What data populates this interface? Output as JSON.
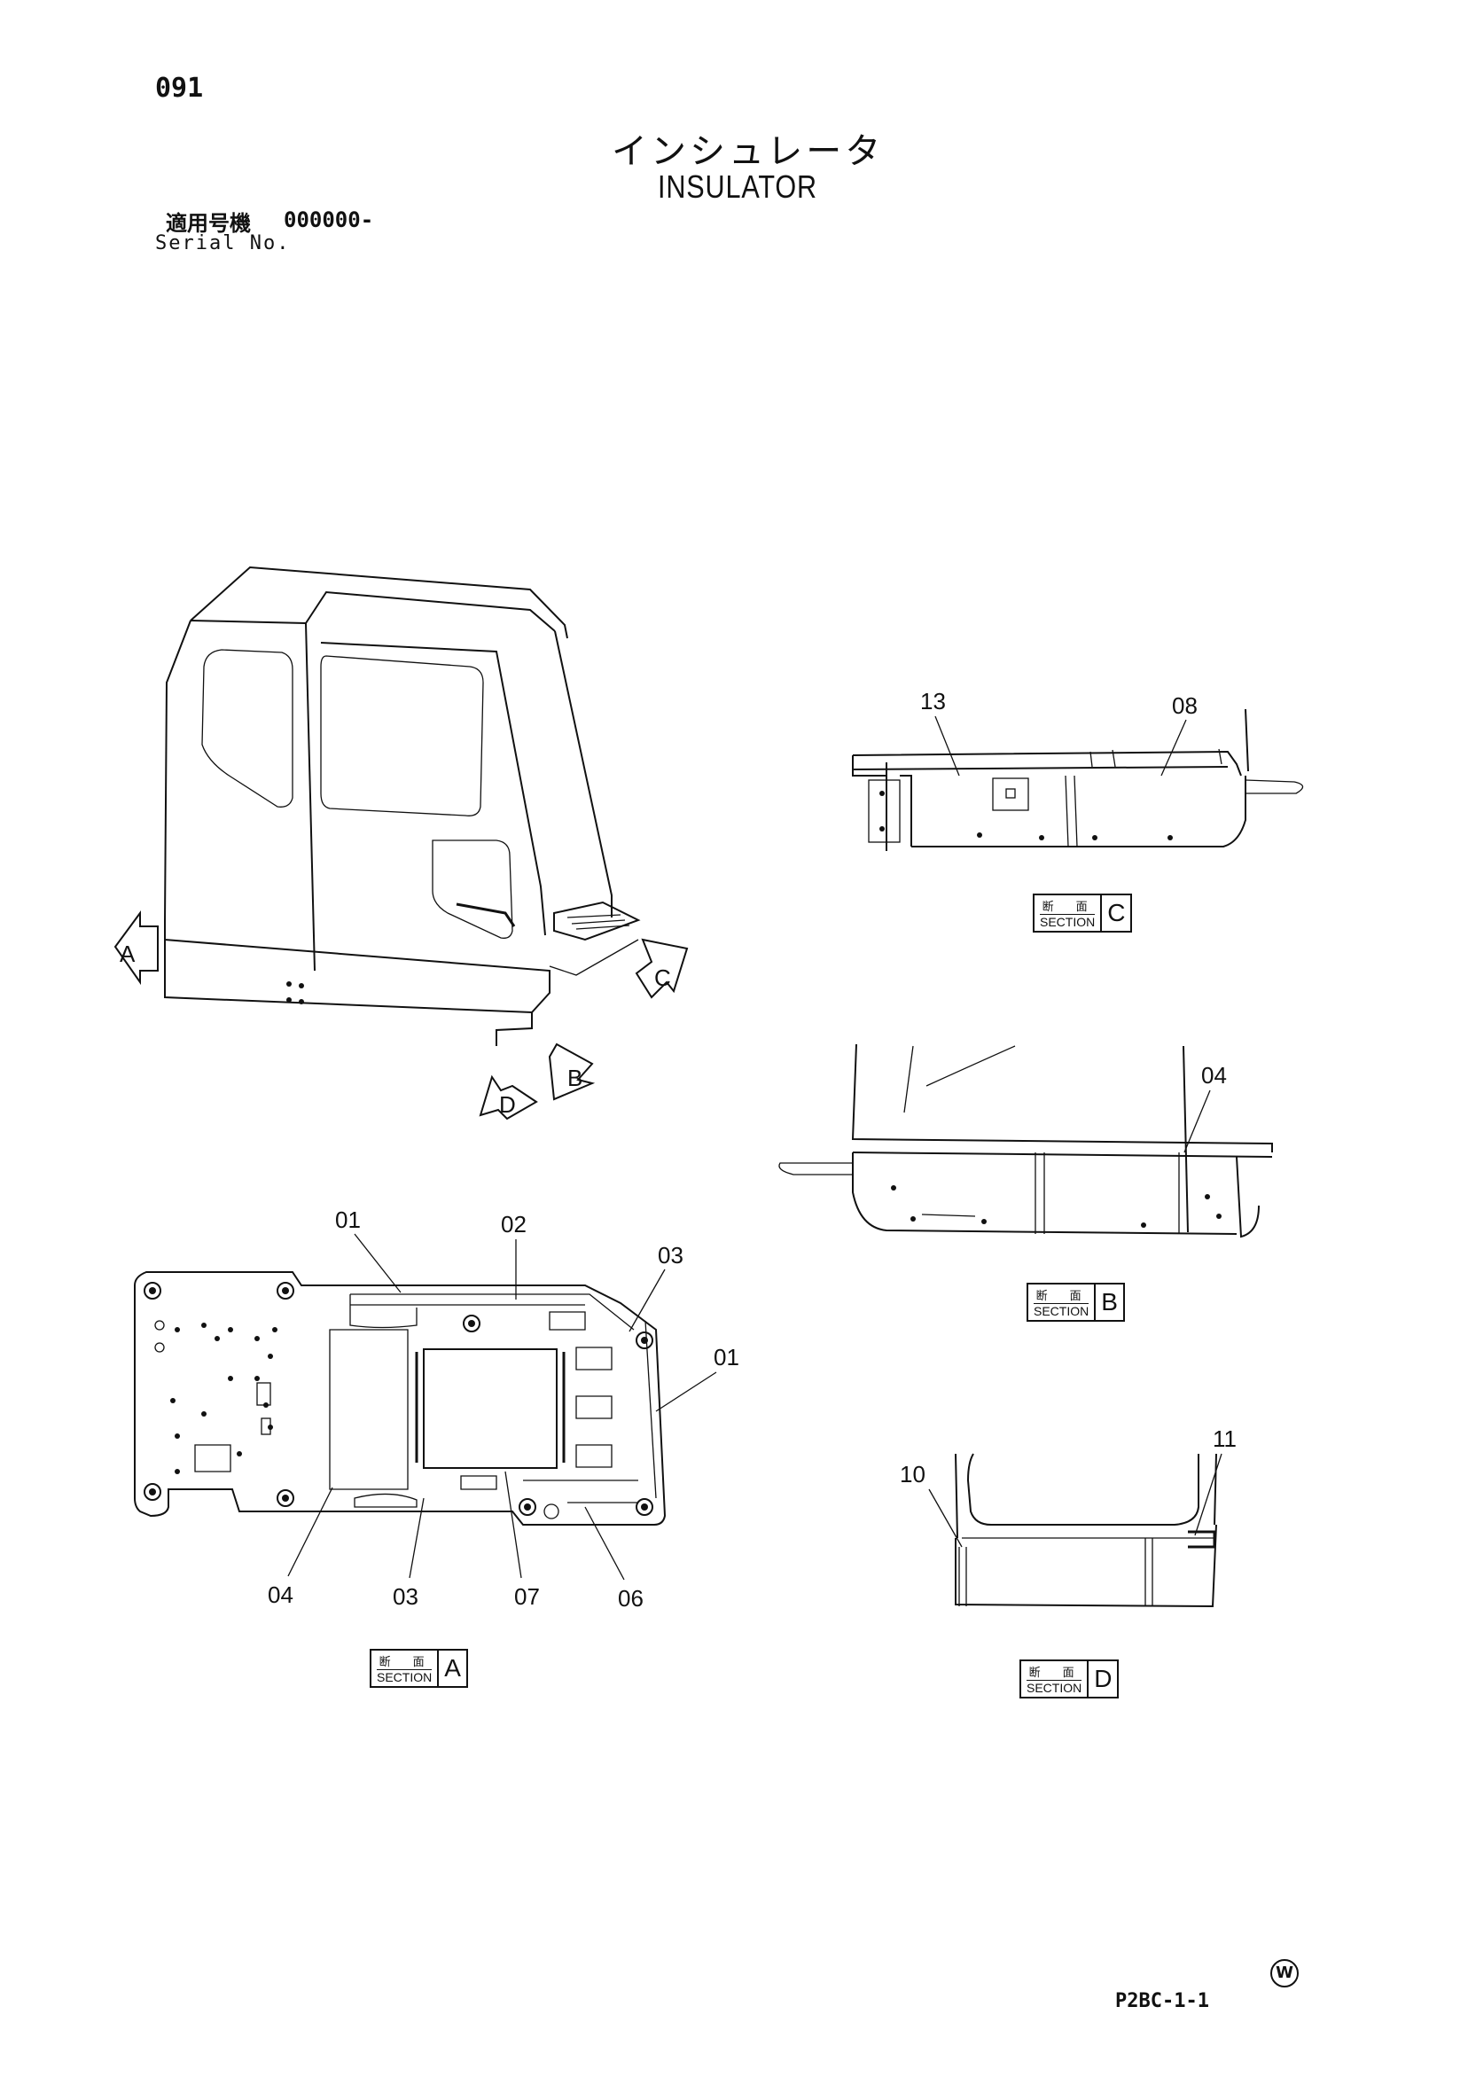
{
  "header": {
    "page_number": "091",
    "title_jp": "インシュレータ",
    "title_en": "INSULATOR",
    "serial_label_jp": "適用号機",
    "serial_value": "000000-",
    "serial_label_en": "Serial No."
  },
  "views": {
    "cab": {
      "arrows": [
        "A",
        "B",
        "C",
        "D"
      ]
    },
    "section_a": {
      "kanji": "断　面",
      "word": "SECTION",
      "letter": "A",
      "callouts": [
        "01",
        "02",
        "03",
        "01",
        "04",
        "03",
        "07",
        "06"
      ]
    },
    "section_b": {
      "kanji": "断　面",
      "word": "SECTION",
      "letter": "B",
      "callouts": [
        "04"
      ]
    },
    "section_c": {
      "kanji": "断　面",
      "word": "SECTION",
      "letter": "C",
      "callouts": [
        "13",
        "08"
      ]
    },
    "section_d": {
      "kanji": "断　面",
      "word": "SECTION",
      "letter": "D",
      "callouts": [
        "10",
        "11"
      ]
    }
  },
  "footer": {
    "code": "P2BC-1-1",
    "mark": "W"
  }
}
